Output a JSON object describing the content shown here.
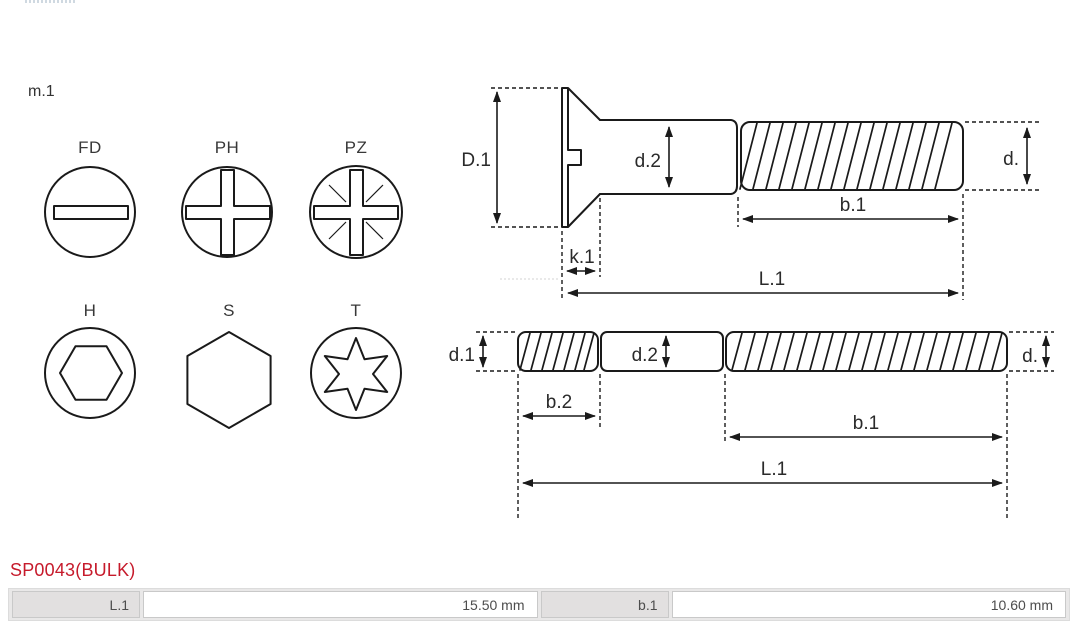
{
  "header_note": "m.1",
  "drive_symbols": {
    "items": [
      {
        "code": "FD"
      },
      {
        "code": "PH"
      },
      {
        "code": "PZ"
      },
      {
        "code": "H"
      },
      {
        "code": "S"
      },
      {
        "code": "T"
      }
    ]
  },
  "screw_side_view": {
    "labels": {
      "head_diameter": "D.1",
      "shank_diameter": "d.2",
      "thread_diameter": "d.",
      "head_height": "k.1",
      "thread_length": "b.1",
      "total_length": "L.1"
    }
  },
  "stud_view": {
    "labels": {
      "left_thread_diameter": "d.1",
      "shank_diameter": "d.2",
      "right_thread_diameter": "d.",
      "left_thread_length": "b.2",
      "right_thread_length": "b.1",
      "total_length": "L.1"
    }
  },
  "part_number": "SP0043(BULK)",
  "dimensions_table": {
    "rows": [
      {
        "label": "L.1",
        "value": "15.50 mm"
      },
      {
        "label": "b.1",
        "value": "10.60 mm"
      }
    ]
  },
  "colors": {
    "diagram_line": "#1a1a1a",
    "accent_red": "#c61a2b",
    "table_frame_bg": "#e9e8e8",
    "table_label_bg": "#e2e0e0",
    "table_border": "#c9c9c9",
    "table_text": "#4d4d4d"
  }
}
